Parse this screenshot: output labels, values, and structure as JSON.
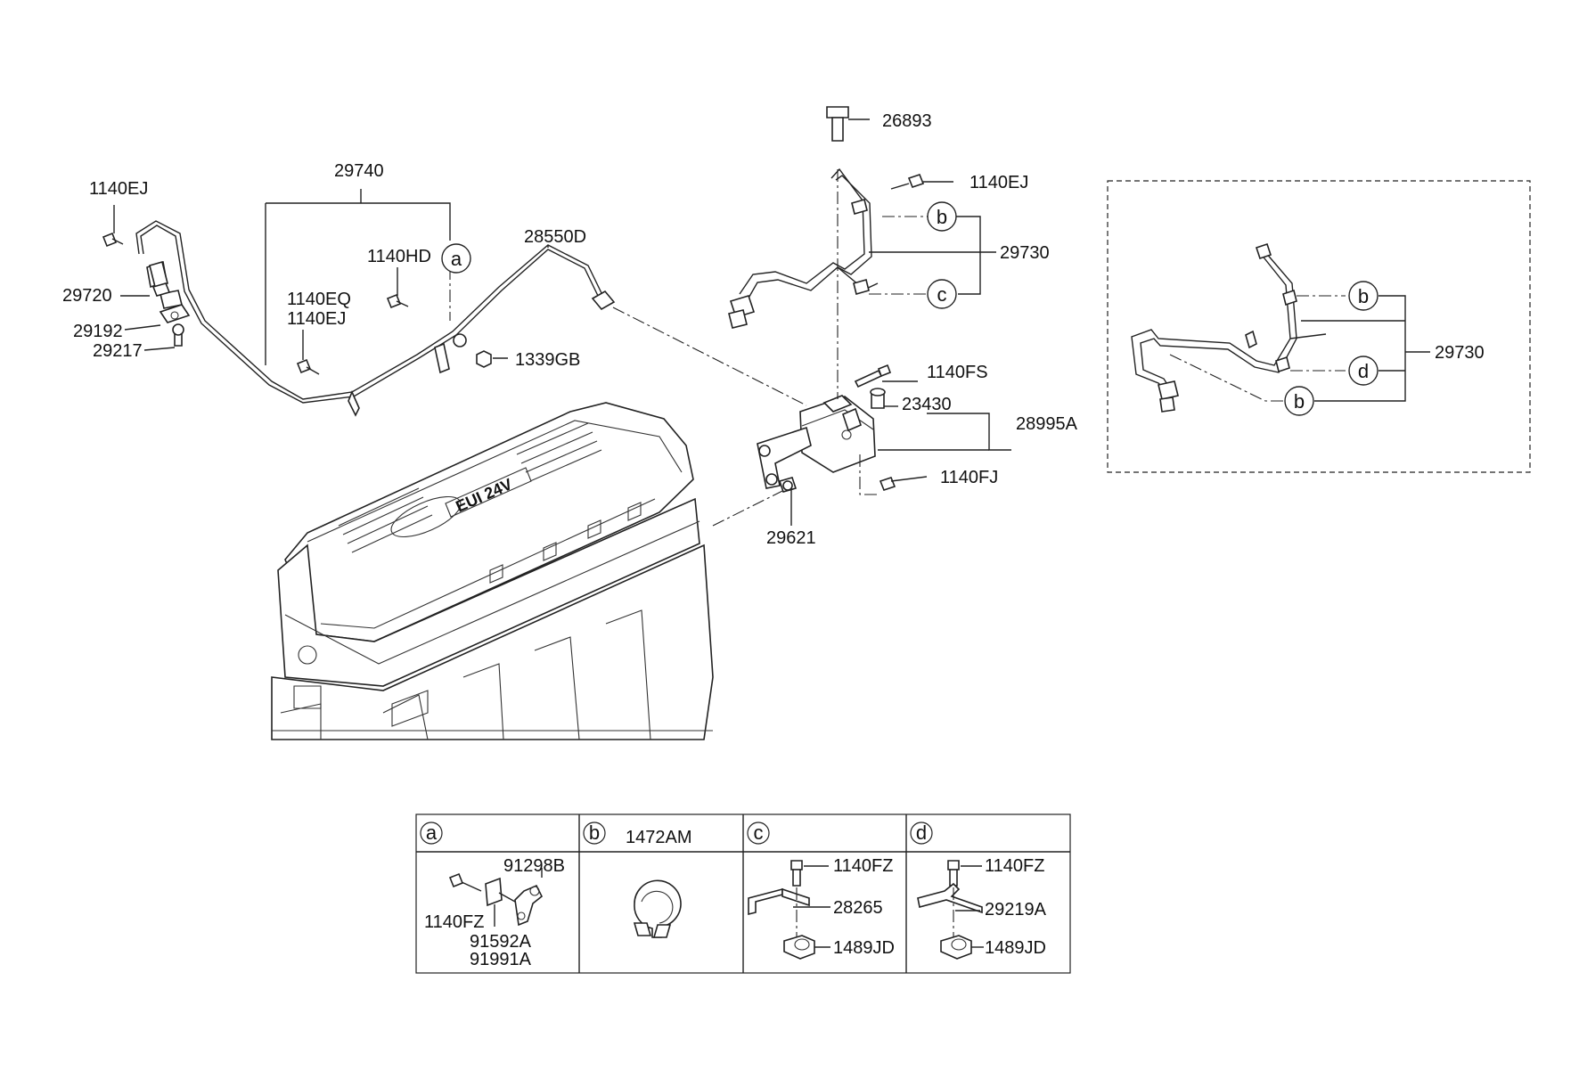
{
  "labels": {
    "p26893": "26893",
    "p1140ej_top": "1140EJ",
    "p29730_main": "29730",
    "p29740": "29740",
    "p1140ej_left": "1140EJ",
    "p28550d": "28550D",
    "p1140hd": "1140HD",
    "p29720": "29720",
    "p1140eq": "1140EQ",
    "p1140ej_mid": "1140EJ",
    "p29192": "29192",
    "p29217": "29217",
    "p1339gb": "1339GB",
    "p1140fs": "1140FS",
    "p23430": "23430",
    "p28995a": "28995A",
    "p1140fj": "1140FJ",
    "p29621": "29621",
    "p29730_alt": "29730"
  },
  "callouts": {
    "a": "a",
    "b": "b",
    "c": "c",
    "d": "d"
  },
  "table": {
    "headers": [
      {
        "letter": "a",
        "part": ""
      },
      {
        "letter": "b",
        "part": "1472AM"
      },
      {
        "letter": "c",
        "part": ""
      },
      {
        "letter": "d",
        "part": ""
      }
    ],
    "cell_a": [
      "91298B",
      "1140FZ",
      "91592A",
      "91991A"
    ],
    "cell_c": [
      "1140FZ",
      "28265",
      "1489JD"
    ],
    "cell_d": [
      "1140FZ",
      "29219A",
      "1489JD"
    ]
  },
  "engine_badge": "EUI 24V"
}
